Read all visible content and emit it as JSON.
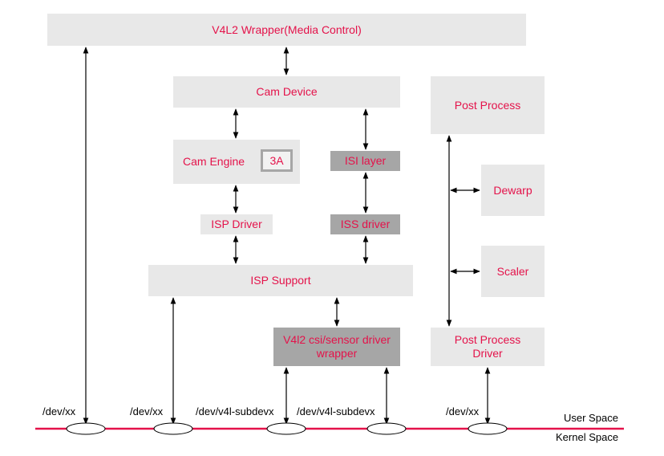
{
  "boxes": {
    "v4l2_wrapper": "V4L2 Wrapper(Media Control)",
    "cam_device": "Cam Device",
    "post_process": "Post Process",
    "cam_engine": "Cam Engine",
    "three_a": "3A",
    "isi_layer": "ISI layer",
    "dewarp": "Dewarp",
    "isp_driver": "ISP Driver",
    "iss_driver": "ISS driver",
    "scaler": "Scaler",
    "isp_support": "ISP Support",
    "v4l2_csi_line1": "V4l2 csi/sensor driver",
    "v4l2_csi_line2": "wrapper",
    "post_process_driver_line1": "Post Process",
    "post_process_driver_line2": "Driver"
  },
  "device_nodes": [
    "/dev/xx",
    "/dev/xx",
    "/dev/v4l-subdevx",
    "/dev/v4l-subdevx",
    "/dev/xx"
  ],
  "spaces": {
    "user": "User Space",
    "kernel": "Kernel Space"
  },
  "colors": {
    "text": "#e4124a",
    "divider": "#e4124a",
    "light_box": "#e8e8e8",
    "dark_box": "#a6a6a6"
  }
}
